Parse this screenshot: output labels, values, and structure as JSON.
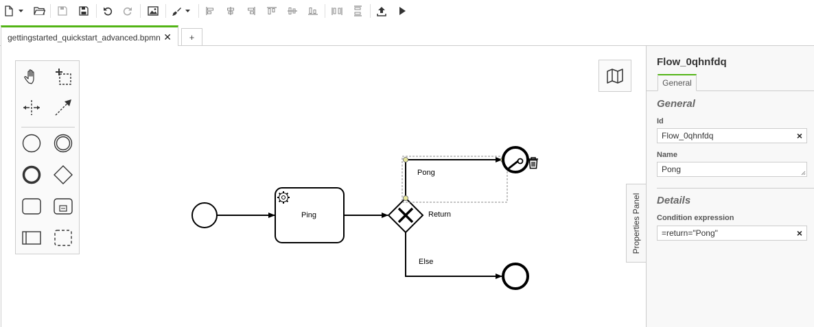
{
  "toolbar": {
    "items": [
      "new-file-icon",
      "dropdown-caret-icon",
      "open-folder-icon",
      "save-icon",
      "save-as-icon",
      "undo-icon",
      "redo-icon",
      "export-image-icon",
      "color-brush-icon",
      "align-left-icon",
      "align-center-icon",
      "align-right-icon",
      "align-top-icon",
      "align-middle-icon",
      "align-bottom-icon",
      "distribute-horizontal-icon",
      "distribute-vertical-icon",
      "deploy-icon",
      "run-icon"
    ]
  },
  "tabs": {
    "active_label": "gettingstarted_quickstart_advanced.bpmn",
    "close_glyph": "✕",
    "add_glyph": "+"
  },
  "diagram": {
    "task_label": "Ping",
    "flow_pong_label": "Pong",
    "gateway_label": "Return",
    "flow_else_label": "Else"
  },
  "panel_toggle": {
    "label": "Properties Panel"
  },
  "properties": {
    "title": "Flow_0qhnfdq",
    "tab_general": "General",
    "group_general": "General",
    "id_label": "Id",
    "id_value": "Flow_0qhnfdq",
    "name_label": "Name",
    "name_value": "Pong",
    "group_details": "Details",
    "condition_label": "Condition expression",
    "condition_value": "=return=\"Pong\"",
    "clear_glyph": "×"
  },
  "colors": {
    "accent": "#52b415",
    "selection": "#b8d84a"
  }
}
